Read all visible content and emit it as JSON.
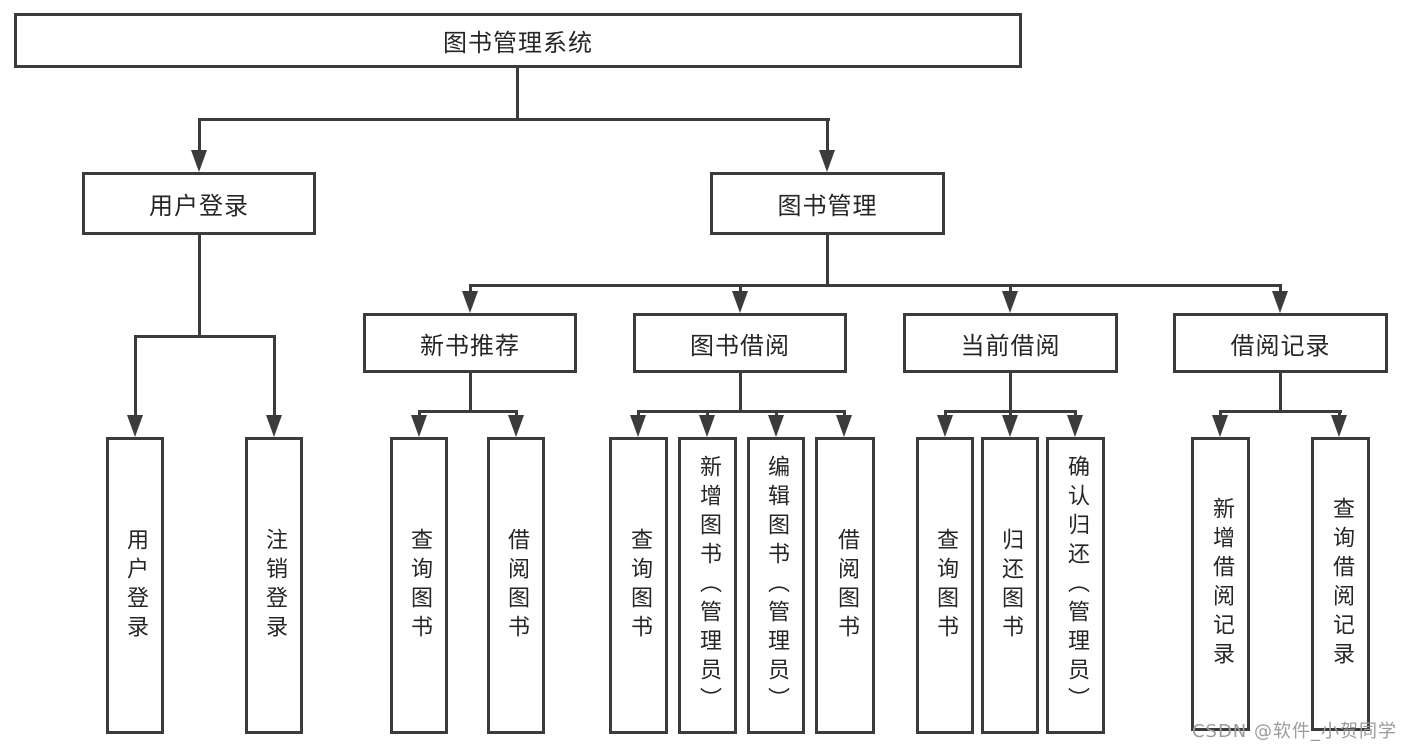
{
  "diagram": {
    "root": {
      "label": "图书管理系统"
    },
    "branches": [
      {
        "label": "用户登录",
        "children": [
          {
            "label": "用户登录"
          },
          {
            "label": "注销登录"
          }
        ]
      },
      {
        "label": "图书管理",
        "children": [
          {
            "label": "新书推荐",
            "children": [
              {
                "label": "查询图书"
              },
              {
                "label": "借阅图书"
              }
            ]
          },
          {
            "label": "图书借阅",
            "children": [
              {
                "label": "查询图书"
              },
              {
                "label": "新增图书（管理员）"
              },
              {
                "label": "编辑图书（管理员）"
              },
              {
                "label": "借阅图书"
              }
            ]
          },
          {
            "label": "当前借阅",
            "children": [
              {
                "label": "查询图书"
              },
              {
                "label": "归还图书"
              },
              {
                "label": "确认归还（管理员）"
              }
            ]
          },
          {
            "label": "借阅记录",
            "children": [
              {
                "label": "新增借阅记录"
              },
              {
                "label": "查询借阅记录"
              }
            ]
          }
        ]
      }
    ]
  },
  "watermark": {
    "text": "CSDN @软件_小贺同学"
  },
  "colors": {
    "line": "#3b3b3b",
    "text": "#262626",
    "watermark": "#9b9b9b",
    "background": "#ffffff"
  }
}
